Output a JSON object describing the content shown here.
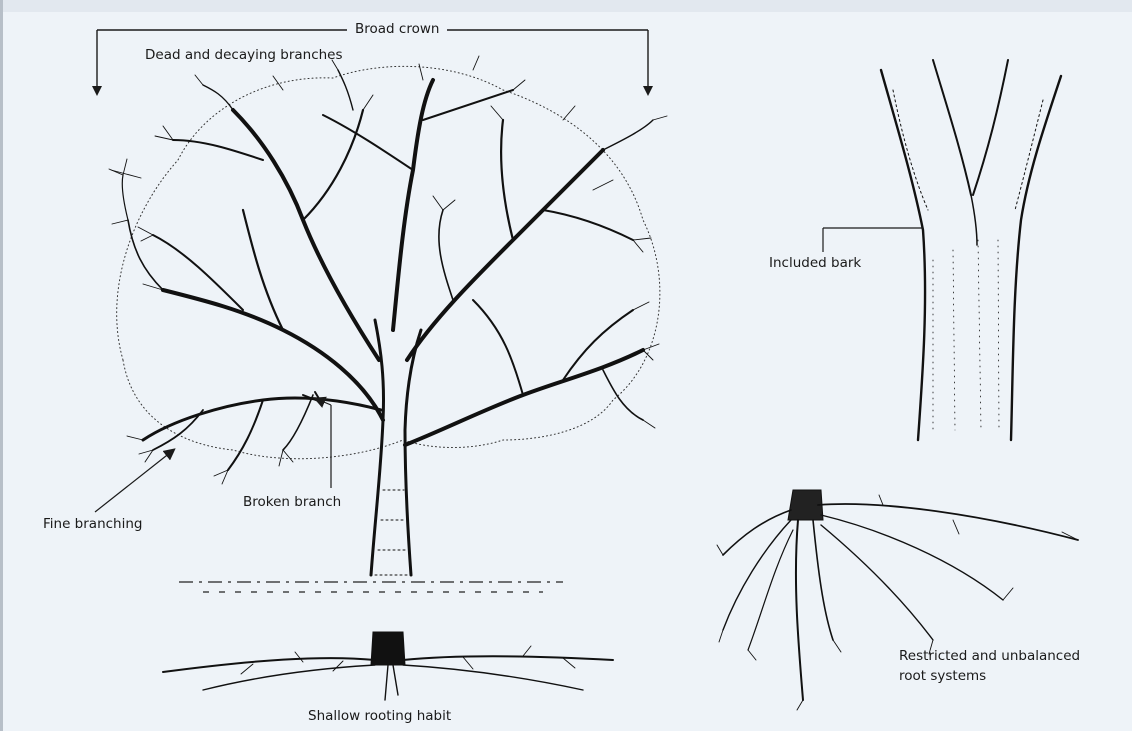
{
  "labels": {
    "broad_crown": "Broad crown",
    "dead_branches": "Dead and decaying branches",
    "included_bark": "Included bark",
    "broken_branch": "Broken branch",
    "fine_branching": "Fine branching",
    "restricted_roots_line1": "Restricted and unbalanced",
    "restricted_roots_line2": "root systems",
    "shallow_rooting": "Shallow rooting habit"
  },
  "colors": {
    "background": "#eef3f8",
    "ink": "#1a1a1a"
  }
}
